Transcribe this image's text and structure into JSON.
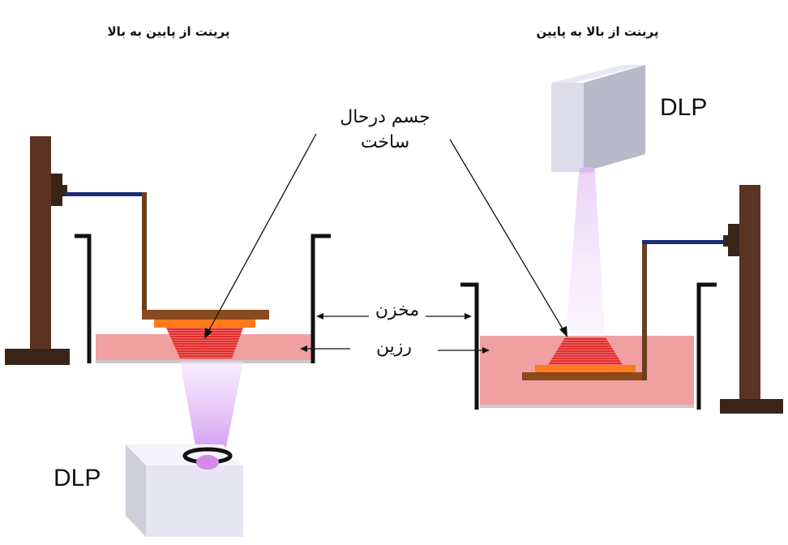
{
  "titles": {
    "left": "پرینت از پایین به بالا",
    "right": "پرینت از بالا به پایین"
  },
  "labels": {
    "object_line1": "جسم درحال",
    "object_line2": "ساخت",
    "tank": "مخزن",
    "resin": "رزین",
    "dlp_left": "DLP",
    "dlp_right": "DLP"
  },
  "colors": {
    "resin": "#f0a0a0",
    "object": "#e0312f",
    "platform": "#8a4a1e",
    "plate": "#ff7a1a",
    "post": "#5a3420",
    "arm": "#1e2a7a",
    "light": "#d9a8f2",
    "projector": "#e6e6f2"
  }
}
